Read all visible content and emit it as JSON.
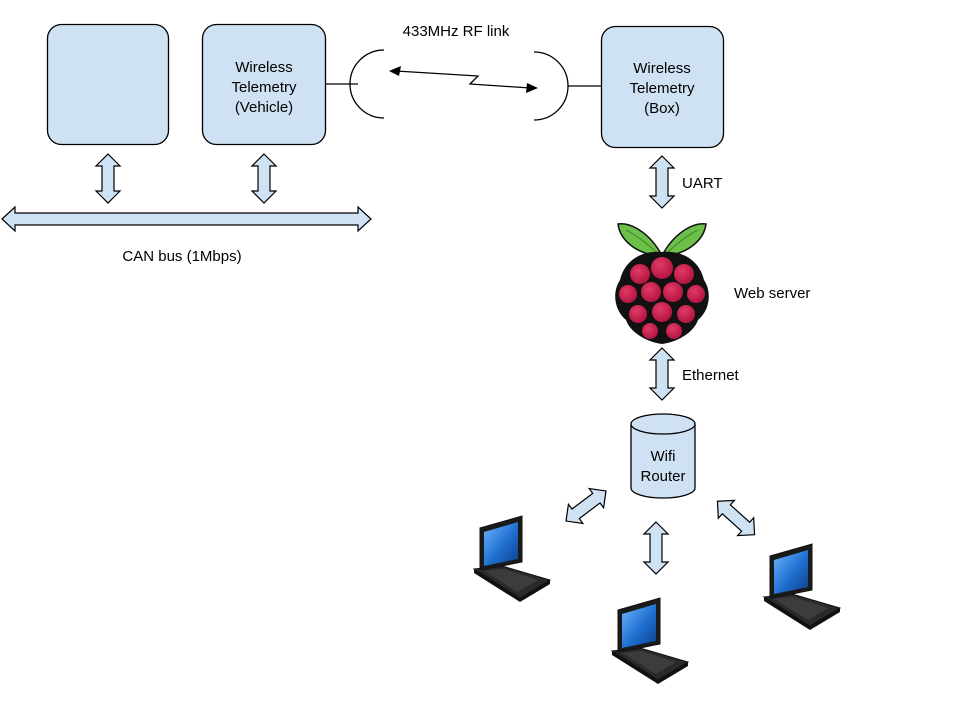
{
  "nodes": {
    "unnamed_box": {
      "label": ""
    },
    "telemetry_vehicle": {
      "lines": [
        "Wireless",
        "Telemetry",
        "(Vehicle)"
      ]
    },
    "telemetry_box": {
      "lines": [
        "Wireless",
        "Telemetry",
        "(Box)"
      ]
    },
    "router": {
      "lines": [
        "Wifi",
        "Router"
      ]
    }
  },
  "labels": {
    "rf_link": "433MHz RF link",
    "can_bus": "CAN bus (1Mbps)",
    "uart": "UART",
    "web_server": "Web server",
    "ethernet": "Ethernet"
  },
  "colors": {
    "box_fill": "#cfe2f3",
    "stroke": "#000000",
    "raspberry": "#c51a4a",
    "leaf": "#6cc04a",
    "laptop_screen": "#2d7fd1",
    "laptop_body": "#1e1e1e"
  },
  "icons": [
    "raspberry-pi-icon",
    "laptop-icon"
  ]
}
